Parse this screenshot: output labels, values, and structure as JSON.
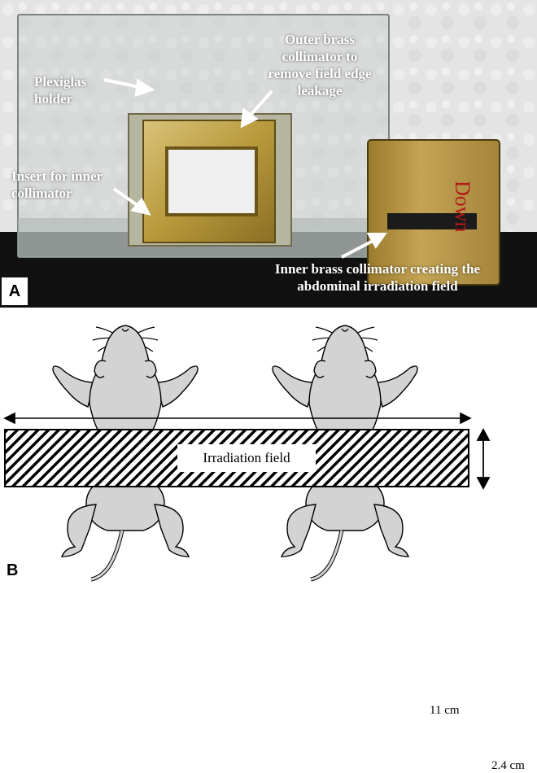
{
  "panel_a": {
    "letter": "A",
    "callouts": {
      "plexiglas": "Plexiglas holder",
      "outer": "Outer brass collimator to remove field edge leakage",
      "insert": "Insert for inner collimator",
      "inner": "Inner brass collimator creating the abdominal irradiation field"
    },
    "handwriting": "Down",
    "colors": {
      "brass": "#b89a3c",
      "background": "#0f0f0f",
      "foam": "#e2e2e2"
    }
  },
  "panel_b": {
    "letter": "B",
    "field_label": "Irradiation field",
    "width_label": "11 cm",
    "height_label": "2.4 cm",
    "colors": {
      "mouse_fill": "#d3d3d3",
      "outline": "#000000"
    }
  }
}
